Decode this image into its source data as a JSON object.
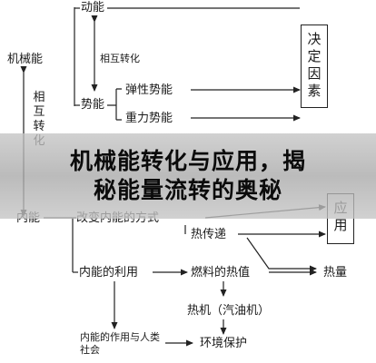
{
  "diagram": {
    "root": "机械能",
    "kinetic": "动能",
    "potential": "势能",
    "mutual_conversion_h": "相互转化",
    "mutual_conversion_v": "相互转化",
    "elastic_pe": "弹性势能",
    "gravity_pe": "重力势能",
    "decides_box": "决定因素",
    "internal_energy": "内能",
    "change_method": "改变内能的方式",
    "apply_box": "应用",
    "heat_transfer": "热传递",
    "utilization": "内能的利用",
    "fuel_heat_value": "燃料的热值",
    "heat_quantity": "热量",
    "heat_engine": "热机（汽油机）",
    "role_in_society": "内能的作用与人类社会",
    "environment": "环境保护"
  },
  "banner": {
    "line1": "机械能转化与应用，揭",
    "line2": "秘能量流转的奥秘"
  }
}
